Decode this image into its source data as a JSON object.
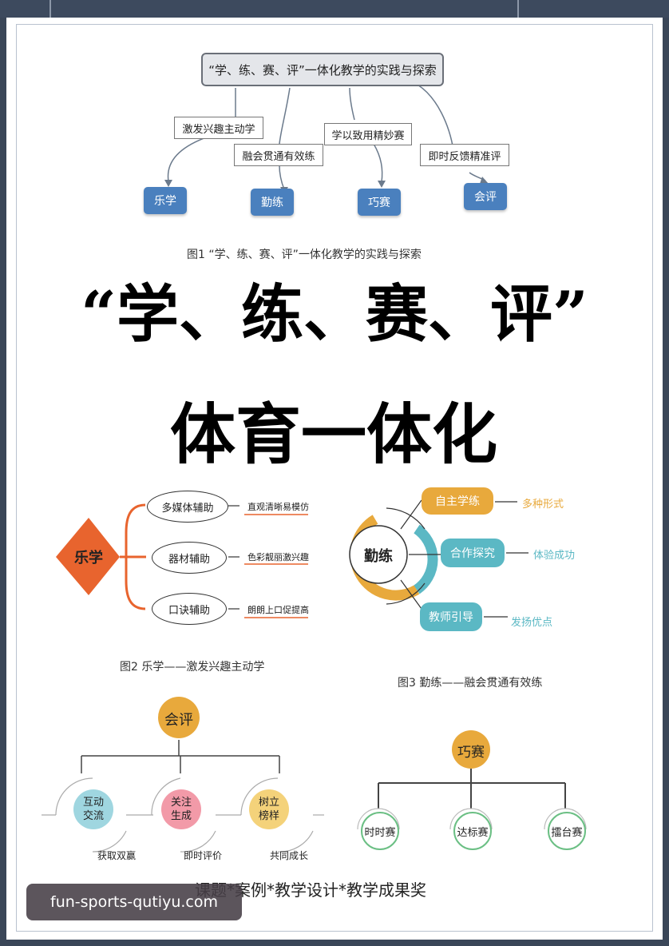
{
  "figure1": {
    "root": "“学、练、赛、评”一体化教学的实践与探索",
    "labels": [
      "激发兴趣主动学",
      "融会贯通有效练",
      "学以致用精妙赛",
      "即时反馈精准评"
    ],
    "targets": [
      "乐学",
      "勤练",
      "巧赛",
      "会评"
    ],
    "caption": "图1 “学、练、赛、评”一体化教学的实践与探索"
  },
  "title": {
    "line1": "“学、练、赛、评”",
    "line2": "体育一体化"
  },
  "figure2": {
    "center": "乐学",
    "items": [
      {
        "node": "多媒体辅助",
        "leaf": "直观清晰易模仿"
      },
      {
        "node": "器材辅助",
        "leaf": "色彩靓丽激兴趣"
      },
      {
        "node": "口诀辅助",
        "leaf": "朗朗上口促提高"
      }
    ],
    "caption": "图2 乐学——激发兴趣主动学"
  },
  "figure3": {
    "center": "勤练",
    "items": [
      {
        "node": "自主学练",
        "leaf": "多种形式"
      },
      {
        "node": "合作探究",
        "leaf": "体验成功"
      },
      {
        "node": "教师引导",
        "leaf": "发扬优点"
      }
    ],
    "caption": "图3 勤练——融会贯通有效练"
  },
  "figure4": {
    "root": "会评",
    "children": [
      {
        "node": "互动交流",
        "leaf": "获取双赢"
      },
      {
        "node": "关注生成",
        "leaf": "即时评价"
      },
      {
        "node": "树立榜样",
        "leaf": "共同成长"
      }
    ]
  },
  "figure5": {
    "root": "巧赛",
    "children": [
      "时时赛",
      "达标赛",
      "擂台赛"
    ]
  },
  "footer": "课题*案例*教学设计*教学成果奖",
  "watermark": "fun-sports-qutiyu.com",
  "colors": {
    "blue": "#4a80be",
    "orange_red": "#e8642e",
    "gold": "#e8a93c",
    "teal": "#5bb8c4",
    "pink": "#f29aa8"
  }
}
